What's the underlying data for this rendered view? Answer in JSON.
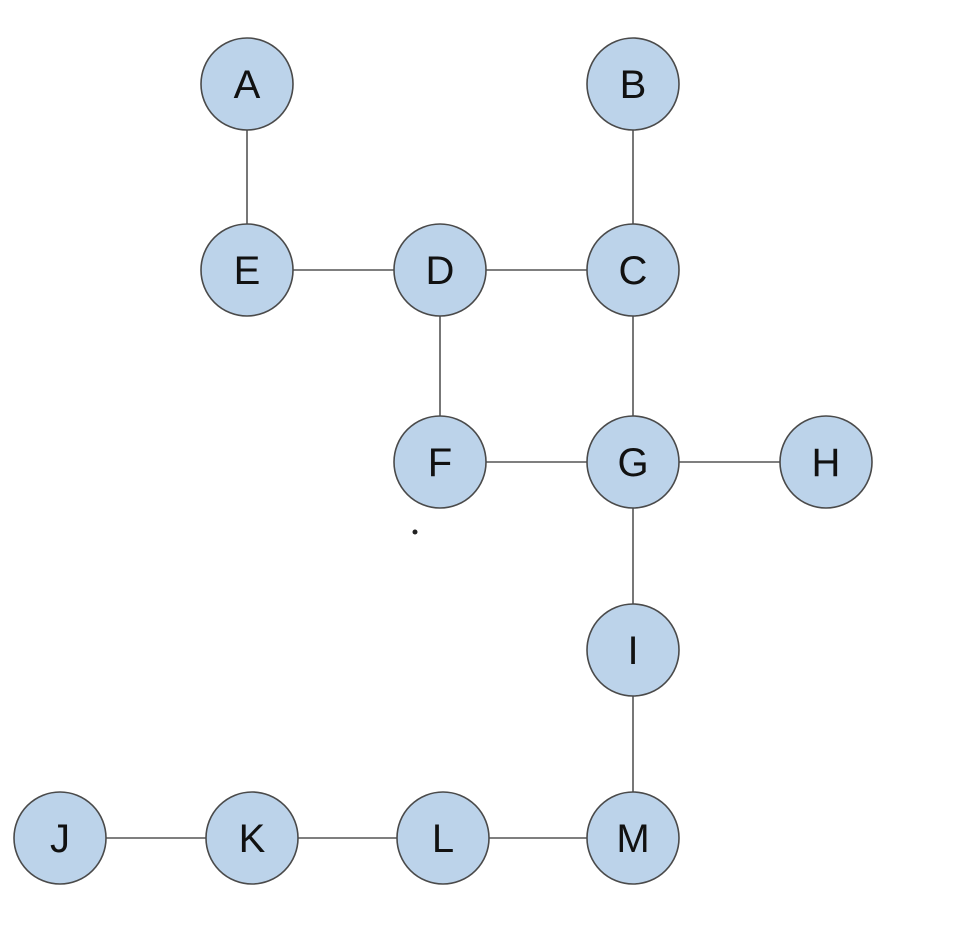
{
  "graph": {
    "nodes": [
      {
        "id": "A",
        "label": "A"
      },
      {
        "id": "B",
        "label": "B"
      },
      {
        "id": "C",
        "label": "C"
      },
      {
        "id": "D",
        "label": "D"
      },
      {
        "id": "E",
        "label": "E"
      },
      {
        "id": "F",
        "label": "F"
      },
      {
        "id": "G",
        "label": "G"
      },
      {
        "id": "H",
        "label": "H"
      },
      {
        "id": "I",
        "label": "I"
      },
      {
        "id": "J",
        "label": "J"
      },
      {
        "id": "K",
        "label": "K"
      },
      {
        "id": "L",
        "label": "L"
      },
      {
        "id": "M",
        "label": "M"
      }
    ],
    "edges": [
      [
        "A",
        "E"
      ],
      [
        "E",
        "D"
      ],
      [
        "D",
        "C"
      ],
      [
        "B",
        "C"
      ],
      [
        "D",
        "F"
      ],
      [
        "C",
        "G"
      ],
      [
        "F",
        "G"
      ],
      [
        "G",
        "H"
      ],
      [
        "G",
        "I"
      ],
      [
        "I",
        "M"
      ],
      [
        "J",
        "K"
      ],
      [
        "K",
        "L"
      ],
      [
        "L",
        "M"
      ]
    ],
    "colors": {
      "node_fill": "#bcd3ea",
      "node_stroke": "#4a4a4a",
      "edge": "#555555",
      "label": "#111111"
    }
  }
}
